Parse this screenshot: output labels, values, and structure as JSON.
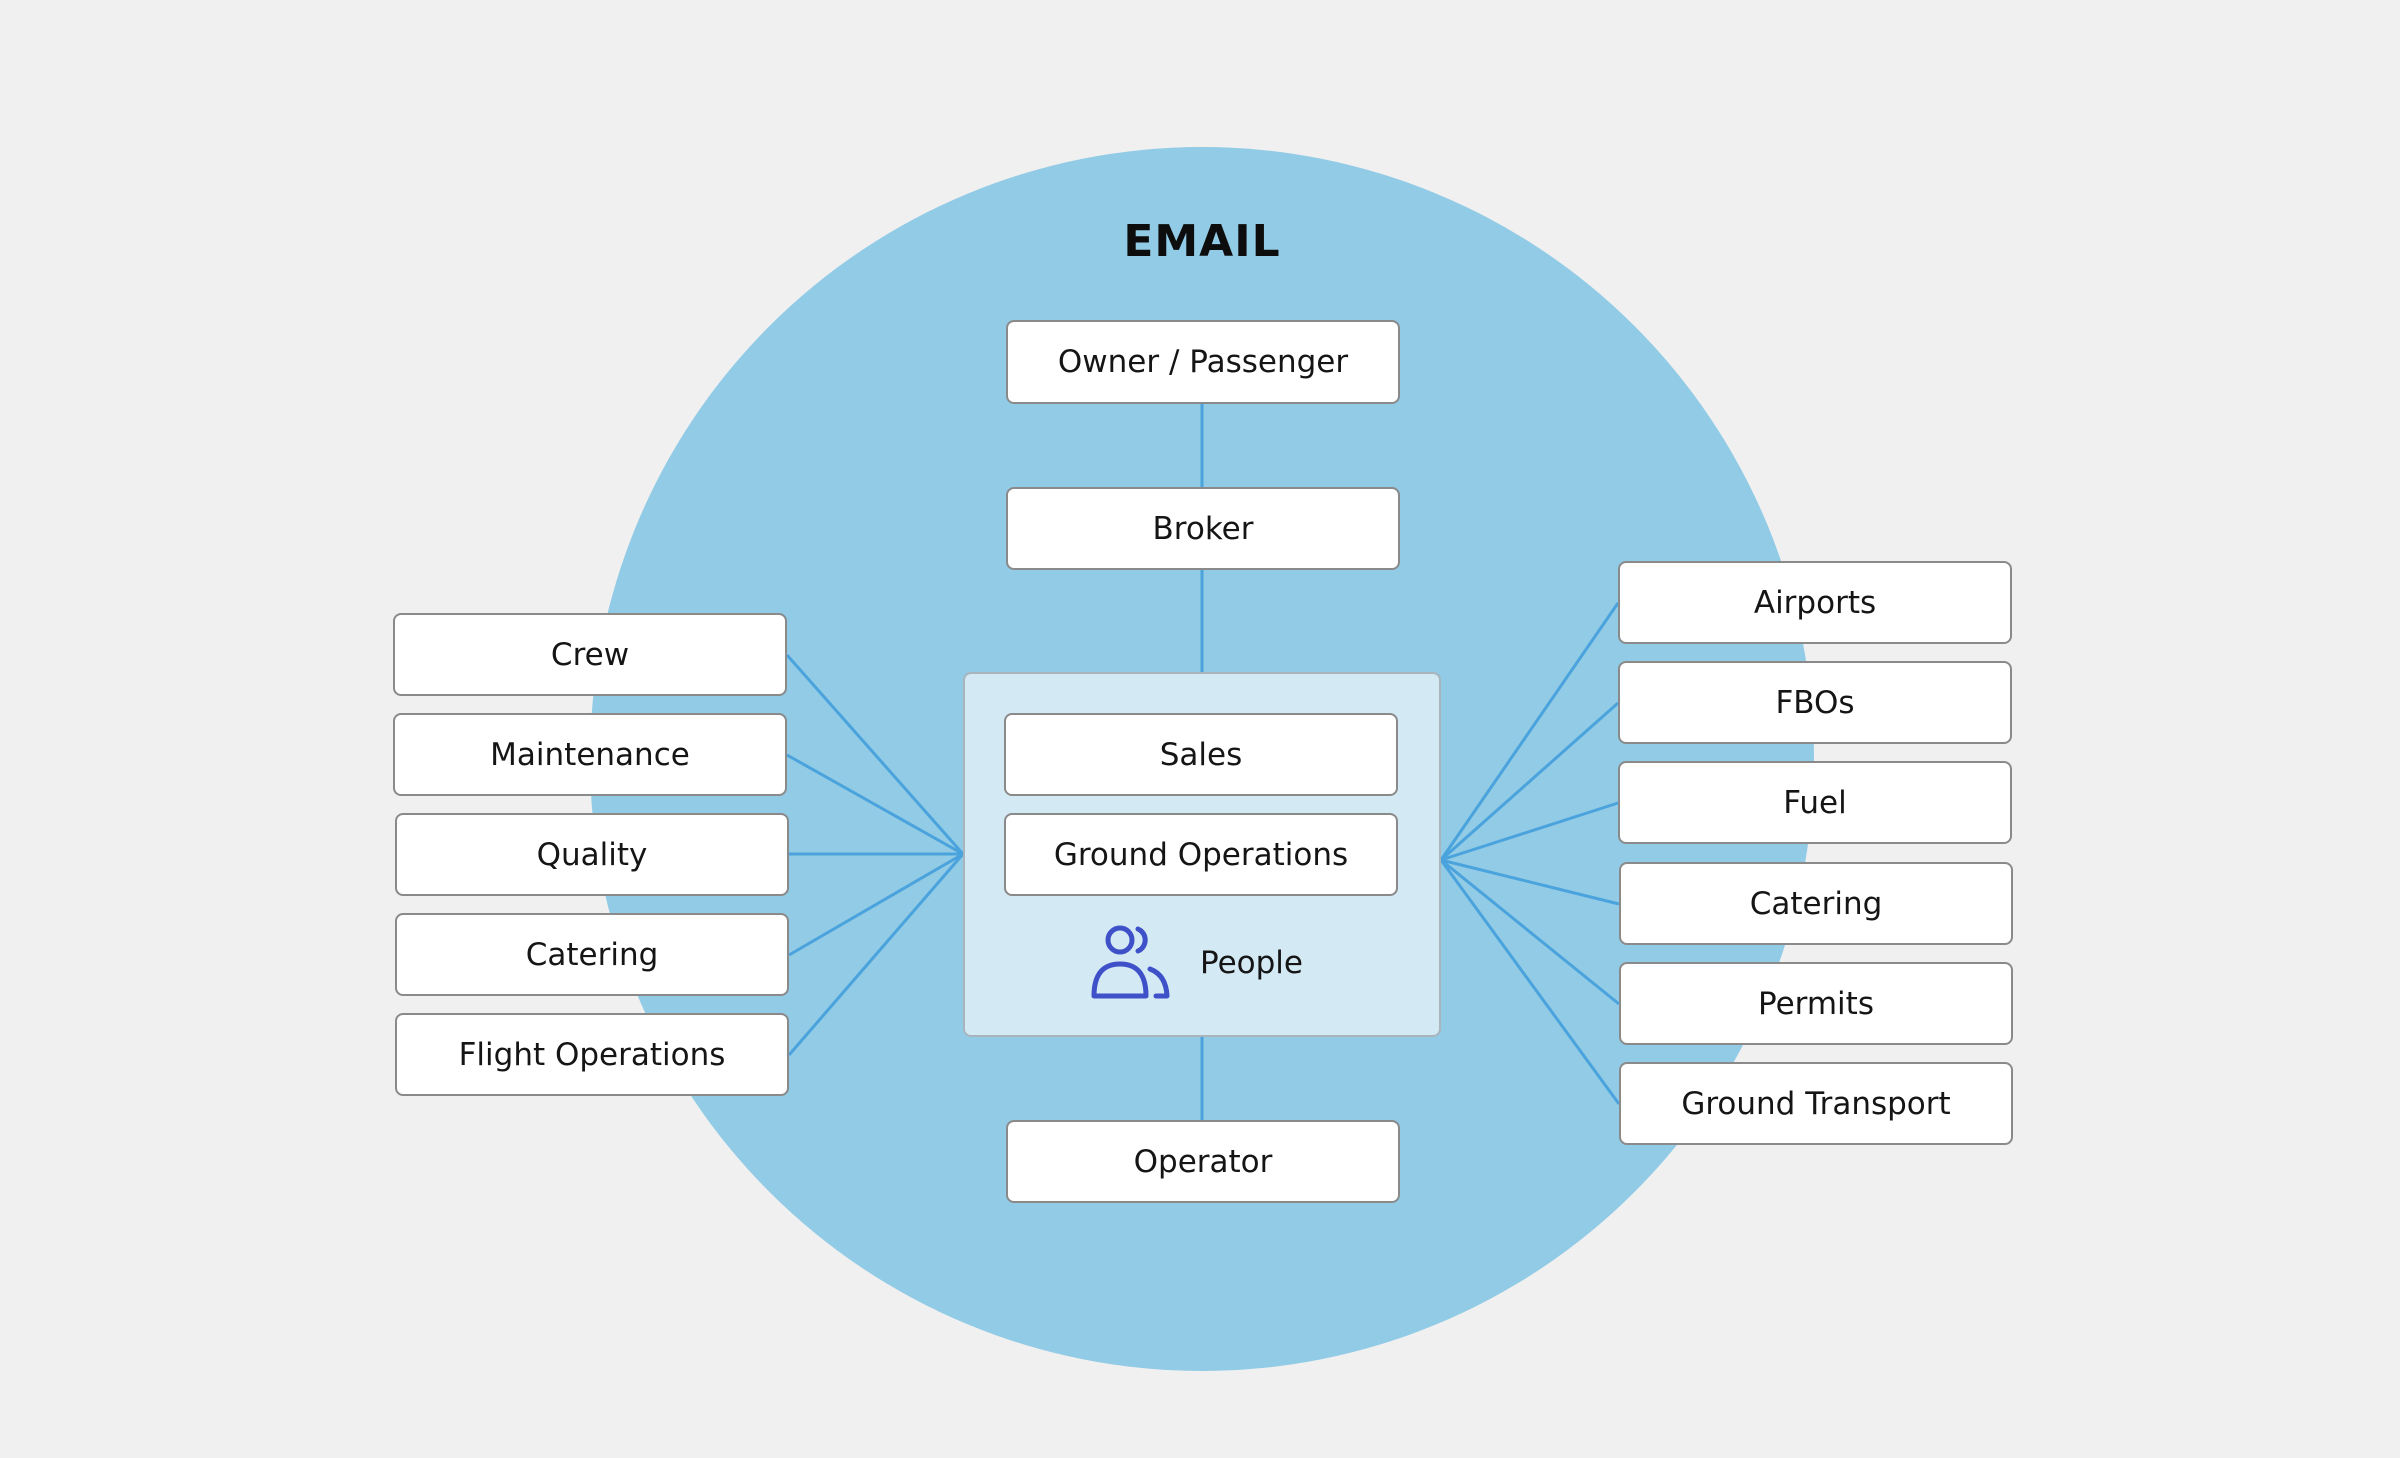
{
  "diagram": {
    "title": "EMAIL",
    "top_chain": [
      "Owner / Passenger",
      "Broker"
    ],
    "center_group": {
      "items": [
        "Sales",
        "Ground Operations"
      ],
      "people_label": "People",
      "people_icon": "people-icon"
    },
    "bottom": "Operator",
    "left_items": [
      "Crew",
      "Maintenance",
      "Quality",
      "Catering",
      "Flight Operations"
    ],
    "right_items": [
      "Airports",
      "FBOs",
      "Fuel",
      "Catering",
      "Permits",
      "Ground Transport"
    ],
    "colors": {
      "background": "#f0f0f0",
      "circle": "#92cbe6",
      "group": "#d3e9f4",
      "connector": "#4aa3dc",
      "icon": "#3f51c8"
    }
  }
}
